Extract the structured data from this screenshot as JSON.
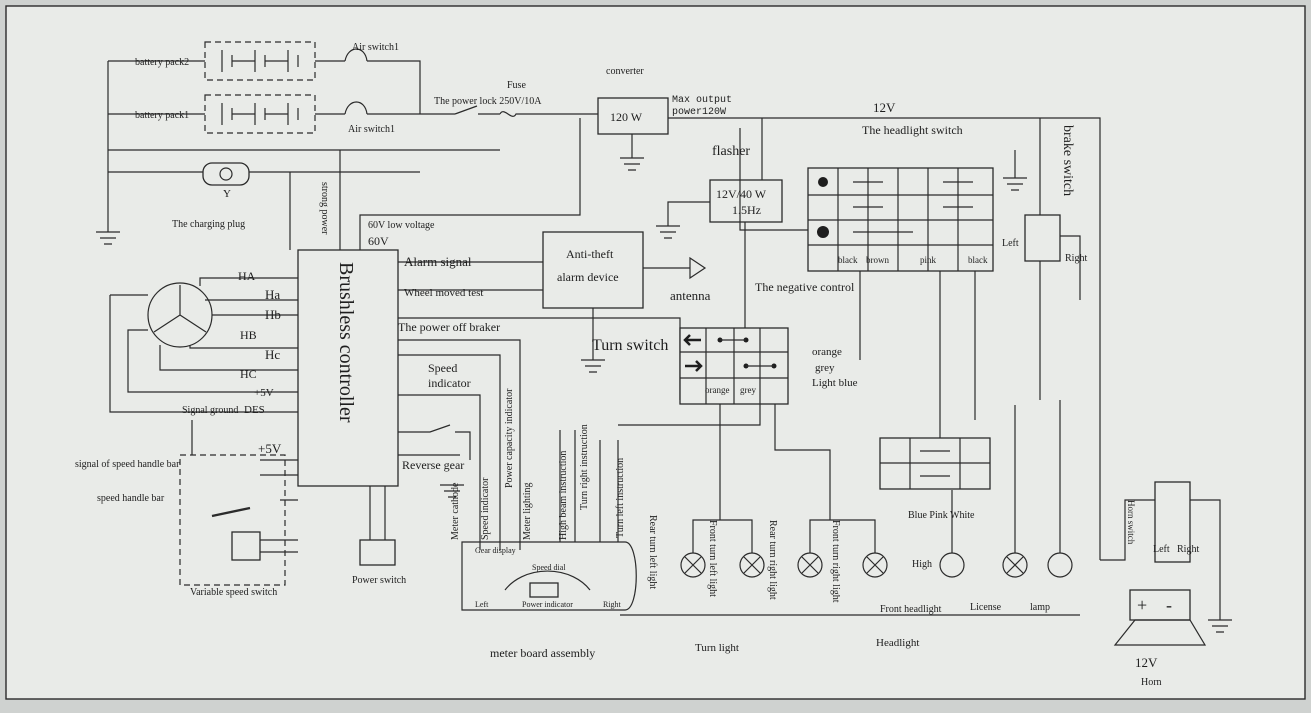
{
  "colors": {
    "paper": "#e9ebe8",
    "ink": "#1e1e1e",
    "background": "#cfd2d0"
  },
  "battery": {
    "pack2": "battery pack2",
    "pack1": "battery pack1",
    "air_switch_top": "Air switch1",
    "air_switch_bottom": "Air switch1",
    "fuse": "Fuse",
    "power_lock": "The power lock  250V/10A",
    "plug_letter": "Y",
    "charging_plug": "The charging plug",
    "strong_power": "strong power"
  },
  "converter": {
    "title": "converter",
    "watts": "120 W",
    "max_output_1": "Max output",
    "max_output_2": "power120W",
    "low_voltage": "60V low voltage",
    "v60": "60V"
  },
  "controller": {
    "title": "Brushless controller",
    "hall_labels": [
      "HA",
      "Ha",
      "Hb",
      "HB",
      "Hc",
      "HC",
      "+5V"
    ],
    "signal_ground": "Signal ground",
    "des": "DES",
    "plus5v": "+5V",
    "alarm_signal": "Alarm signal",
    "wheel_moved": "Wheel moved test",
    "power_off": "The power off braker",
    "speed_ind_1": "Speed",
    "speed_ind_2": "indicator",
    "reverse_gear": "Reverse gear",
    "power_switch": "Power switch"
  },
  "speed_handle": {
    "signal": "signal of speed handle bar",
    "bar": "speed handle bar",
    "variable": "Variable speed switch"
  },
  "antitheft": {
    "line1": "Anti-theft",
    "line2": "alarm device",
    "antenna": "antenna"
  },
  "flasher": {
    "title": "flasher",
    "line1": "12V/40 W",
    "line2": "1.5Hz"
  },
  "turn_switch": {
    "title": "Turn switch",
    "col_labels": [
      "orange",
      "grey"
    ],
    "legend": [
      "orange",
      "grey",
      "Light blue"
    ]
  },
  "meter": {
    "wires": [
      "Meter cathode",
      "Speed indicator",
      "Power capacity indicator",
      "Meter lighting",
      "High beam instruction",
      "Turn right instruction",
      "Turn left instruction"
    ],
    "gear_display": "Gear display",
    "speed_dial": "Speed dial",
    "power_indicator": "Power indicator",
    "left": "Left",
    "right": "Right",
    "assembly": "meter board assembly"
  },
  "headlight_switch": {
    "v12": "12V",
    "title": "The headlight switch",
    "cols": [
      "black",
      "brown",
      "pink",
      "black"
    ],
    "negative_control": "The negative control"
  },
  "brake": {
    "title": "brake switch",
    "left": "Left",
    "right": "Right"
  },
  "lights": {
    "lamps": [
      "Rear turn left light",
      "Front turn left light",
      "Rear turn right light",
      "Front turn right light"
    ],
    "turn_light": "Turn light",
    "headlight": "Headlight",
    "front_headlight": "Front headlight",
    "high": "High",
    "bpw": "Blue  Pink  White",
    "license": "License",
    "lamp": "lamp"
  },
  "horn": {
    "switch": "Horn switch",
    "left": "Left",
    "right": "Right",
    "plus": "+",
    "minus": "-",
    "v12": "12V",
    "label": "Horn"
  }
}
